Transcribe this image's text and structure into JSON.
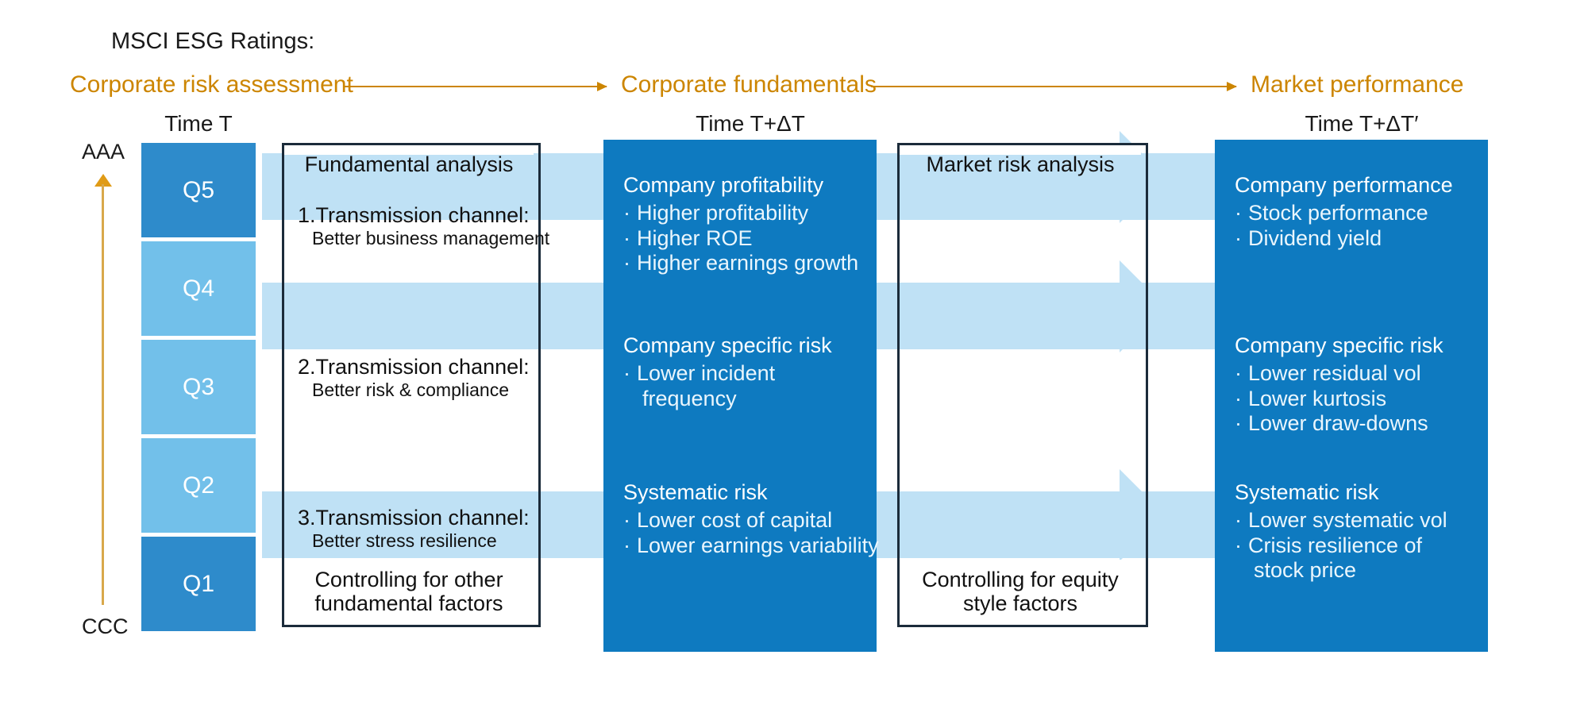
{
  "header": {
    "msci_title": "MSCI ESG Ratings:",
    "stages": [
      {
        "label": "Corporate risk assessment",
        "time": "Time T"
      },
      {
        "label": "Corporate fundamentals",
        "time": "Time T+ΔT"
      },
      {
        "label": "Market performance",
        "time": "Time T+ΔT′"
      }
    ],
    "accent_color": "#CC8500"
  },
  "rating_axis": {
    "top_label": "AAA",
    "bottom_label": "CCC",
    "arrow_color": "#D8A84B"
  },
  "quintiles": {
    "cells": [
      {
        "label": "Q5",
        "color": "#2E8BCB"
      },
      {
        "label": "Q4",
        "color": "#72C0EA"
      },
      {
        "label": "Q3",
        "color": "#72C0EA"
      },
      {
        "label": "Q2",
        "color": "#72C0EA"
      },
      {
        "label": "Q1",
        "color": "#2E8BCB"
      }
    ]
  },
  "fundamental_analysis_box": {
    "title": "Fundamental analysis",
    "footer_line1": "Controlling for other",
    "footer_line2": "fundamental factors",
    "channels": [
      {
        "main": "1.Transmission channel:",
        "sub": "Better business management"
      },
      {
        "main": "2.Transmission channel:",
        "sub": "Better risk & compliance"
      },
      {
        "main": "3.Transmission channel:",
        "sub": "Better stress resilience"
      }
    ]
  },
  "corporate_fundamentals_panel": {
    "groups": [
      {
        "heading": "Company profitability",
        "items": [
          "Higher profitability",
          "Higher ROE",
          "Higher earnings growth"
        ],
        "continuation": ""
      },
      {
        "heading": "Company specific risk",
        "items": [
          "Lower incident"
        ],
        "continuation": "frequency"
      },
      {
        "heading": "Systematic risk",
        "items": [
          "Lower cost of capital",
          "Lower earnings variability"
        ],
        "continuation": ""
      }
    ]
  },
  "market_risk_box": {
    "title": "Market risk analysis",
    "footer_line1": "Controlling for equity",
    "footer_line2": "style factors"
  },
  "market_performance_panel": {
    "groups": [
      {
        "heading": "Company performance",
        "items": [
          "Stock performance",
          "Dividend yield"
        ],
        "continuation": ""
      },
      {
        "heading": "Company specific risk",
        "items": [
          "Lower residual vol",
          "Lower kurtosis",
          "Lower draw-downs"
        ],
        "continuation": ""
      },
      {
        "heading": "Systematic risk",
        "items": [
          "Lower systematic vol",
          "Crisis resilience of"
        ],
        "continuation": "stock price"
      }
    ]
  },
  "colors": {
    "band": "#BFE1F5",
    "panel_blue": "#0E7AC0",
    "quintile_dark": "#2E8BCB",
    "quintile_light": "#72C0EA",
    "outline": "#1B2B3A",
    "accent_orange": "#CC8500",
    "bullet": "·"
  }
}
